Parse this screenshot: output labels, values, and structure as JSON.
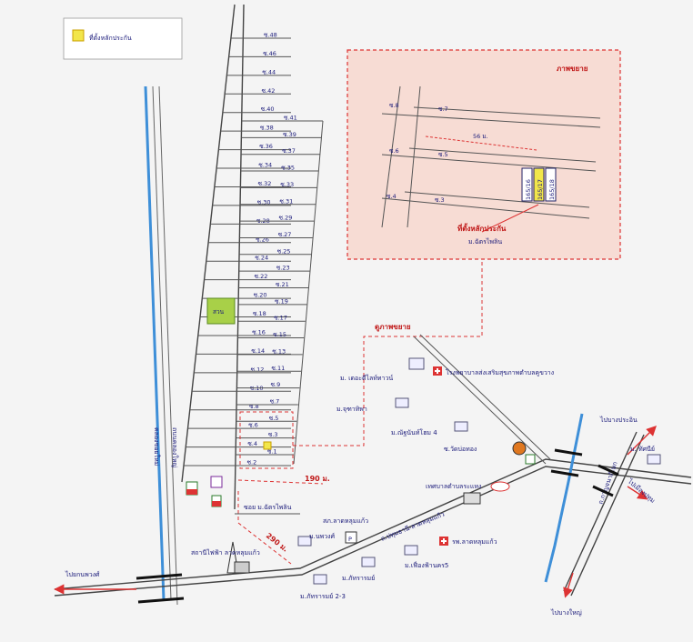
{
  "legend": {
    "label": "ที่ตั้งหลักประกัน",
    "swatch_color": "#f2e64a"
  },
  "zoom_box": {
    "title": "ภาพขยาย",
    "distance": "56 ม.",
    "soi_labels": [
      "ซ.8",
      "ซ.7",
      "ซ.6",
      "ซ.5",
      "ซ.4",
      "ซ.3"
    ],
    "plots": [
      "165/16",
      "165/17",
      "165/18"
    ],
    "location_label": "ที่ตั้งหลักประกัน",
    "village_label": "ม.ฉัตรไพลิน"
  },
  "view_zoom_label": "ดูภาพขยาย",
  "soi_left": [
    "ซ.48",
    "ซ.46",
    "ซ.44",
    "ซ.42",
    "ซ.40",
    "ซ.38",
    "ซ.36",
    "ซ.34",
    "ซ.32",
    "ซ.30",
    "ซ.28",
    "ซ.26",
    "ซ.24",
    "ซ.22",
    "ซ.20",
    "ซ.18",
    "ซ.16",
    "ซ.14",
    "ซ.12",
    "ซ.10",
    "ซ.8",
    "ซ.6",
    "ซ.4",
    "ซ.2"
  ],
  "soi_right": [
    "ซ.41",
    "ซ.39",
    "ซ.37",
    "ซ.35",
    "ซ.33",
    "ซ.31",
    "ซ.29",
    "ซ.27",
    "ซ.25",
    "ซ.23",
    "ซ.21",
    "ซ.19",
    "ซ.17",
    "ซ.15",
    "ซ.13",
    "ซ.11",
    "ซ.9",
    "ซ.7",
    "ซ.5",
    "ซ.3",
    "ซ.1"
  ],
  "park_label": "สวน",
  "canal_road_label": "ถนนคลองใหญ่",
  "canal_label": "คลองซอยใหม่",
  "distance_190": "190 ม.",
  "distance_290": "290 ม.",
  "soi_village_label": "ซอย ม.ฉัตรไพลิน",
  "landmarks": {
    "hospital": "โรงพยาบาลส่งเสริมสุขภาพตำบลคูขวาง",
    "village_delight": "ม. เดอะดีไลท์ทาวน์",
    "village_chuchat": "ม.จุฑาทิพา",
    "village_nirun": "ม.ณัฐนันท์โฮม 4",
    "soi_watboi": "ซ.วัดบ่อทอง",
    "municipality": "เทศบาลตำบลระแหง",
    "police": "สภ.ลาดหลุมแก้ว",
    "village_nawong": "ม.นพวงศ์",
    "road_main": "ถ.ปทุมธานี-ลาดหลุมแก้ว",
    "hospital2": "รพ.ลาดหลุมแก้ว",
    "village_pattaram": "ม.ภัทรารมย์",
    "village_pattaram23": "ม.ภัทรารมย์ 2-3",
    "village_muang": "ม.เฟื่องฟ้านคร5",
    "station": "สถานีไฟฟ้า ลาดหลุมแก้ว",
    "village_tidnee": "ม. ทัศนีย์",
    "road_kanchana": "ถ.กาญจนาภิเษก"
  },
  "directions": {
    "to_bangbuathong": "ไปยกนพวงศ์",
    "to_bangkhayaeng": "ไปบางประอิน",
    "to_pathum": "ไปเมืองปทุม",
    "to_bangyai": "ไปบางใหญ่"
  },
  "colors": {
    "canal": "#3e8fd8",
    "red": "#d33",
    "zoom_bg": "#f7dcd4"
  }
}
